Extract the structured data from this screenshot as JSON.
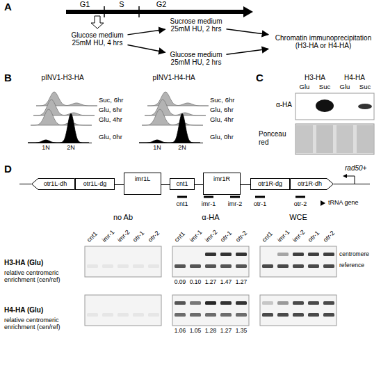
{
  "diagram": {
    "nodes": [
      {
        "text": [
          "Glucose medium",
          "25mM HU, 4 hrs"
        ]
      },
      {
        "text": [
          "Sucrose medium",
          "25mM HU, 2 hrs"
        ]
      },
      {
        "text": [
          "Glucose medium",
          "25mM HU, 2 hrs"
        ]
      },
      {
        "text": [
          "Chromatin immunoprecipitation (H3-HA or H4-HA)"
        ]
      },
      {
        "text": [
          "otr1L-dh"
        ]
      },
      {
        "text": [
          "otr1L-dg"
        ]
      },
      {
        "text": [
          "imr1L"
        ]
      },
      {
        "text": [
          "cnt1"
        ]
      },
      {
        "text": [
          "imr1R"
        ]
      },
      {
        "text": [
          "otr1R-dg"
        ]
      },
      {
        "text": [
          "otr1R-dh"
        ]
      }
    ],
    "edges": [
      {
        "from": 0,
        "to": 1,
        "arrow": "to"
      },
      {
        "from": 0,
        "to": 2,
        "arrow": "to"
      },
      {
        "from": 1,
        "to": 3,
        "arrow": "to"
      },
      {
        "from": 2,
        "to": 3,
        "arrow": "to"
      },
      {
        "from": 5,
        "to": 6,
        "arrow": "none"
      },
      {
        "from": 6,
        "to": 7,
        "arrow": "none"
      },
      {
        "from": 7,
        "to": 8,
        "arrow": "none"
      },
      {
        "from": 8,
        "to": 9,
        "arrow": "none"
      }
    ],
    "labels": [
      "A",
      "G1",
      "S",
      "G2",
      "B",
      "pINV1-H3-HA",
      "Suc, 6hr",
      "Glu, 6hr",
      "Glu, 4hr",
      "Glu, 0hr",
      "1N",
      "2N",
      "pINV1-H4-HA",
      "Suc, 6hr",
      "Glu, 6hr",
      "Glu, 4hr",
      "Glu, 0hr",
      "1N",
      "2N",
      "C",
      "H3-HA",
      "H4-HA",
      "Glu",
      "Suc",
      "Glu",
      "Suc",
      "α-HA",
      "Ponceau red",
      "D",
      "rad50+",
      "cnt1",
      "imr-1",
      "imr-2",
      "otr-1",
      "otr-2",
      "no Ab",
      "α-HA",
      "WCE",
      "cnt1",
      "imr-1",
      "imr-2",
      "otr-1",
      "otr-2",
      "cnt1",
      "imr-1",
      "imr-2",
      "otr-1",
      "otr-2",
      "cnt1",
      "imr-1",
      "imr-2",
      "otr-1",
      "otr-2",
      "centromere",
      "reference",
      "H3-HA (Glu)",
      "relative centromeric enrichment (cen/ref)",
      "0.09",
      "0.10",
      "1.27",
      "1.47",
      "1.27",
      "H4-HA (Glu)",
      "relative centromeric enrichment (cen/ref)",
      "1.06",
      "1.05",
      "1.28",
      "1.27",
      "1.35"
    ],
    "legend": [
      {
        "text": "tRNA gene"
      }
    ]
  }
}
